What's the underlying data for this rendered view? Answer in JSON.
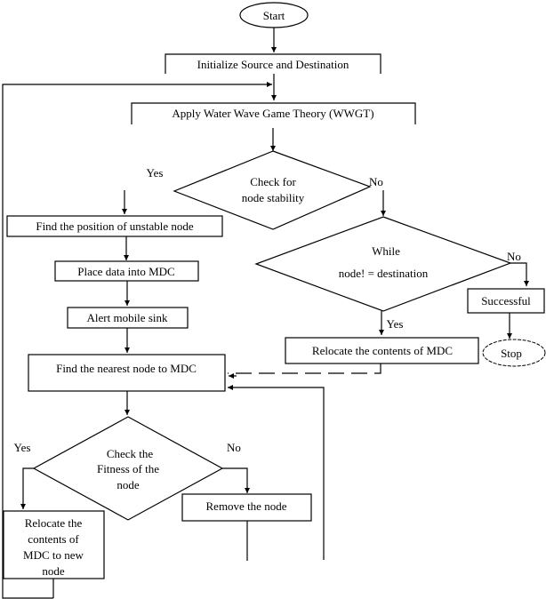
{
  "diagram": {
    "nodes": {
      "start": "Start",
      "init": "Initialize Source and Destination",
      "apply": "Apply Water Wave Game Theory (WWGT)",
      "check_stability": [
        "Check for",
        "node stability"
      ],
      "find_position": "Find the position of unstable node",
      "place_data": "Place data into MDC",
      "alert": "Alert mobile sink",
      "while": [
        "While",
        "node! = destination"
      ],
      "successful": "Successful",
      "stop": "Stop",
      "relocate_mdc": "Relocate the contents of MDC",
      "find_nearest": "Find the nearest node to MDC",
      "check_fitness": [
        "Check the",
        "Fitness of the",
        "node"
      ],
      "remove": "Remove the node",
      "relocate_new": [
        "Relocate the",
        "contents of",
        "MDC to new",
        "node"
      ]
    },
    "labels": {
      "stability_yes": "Yes",
      "stability_no": "No",
      "while_no": "No",
      "while_yes": "Yes",
      "fitness_yes": "Yes",
      "fitness_no": "No"
    }
  }
}
